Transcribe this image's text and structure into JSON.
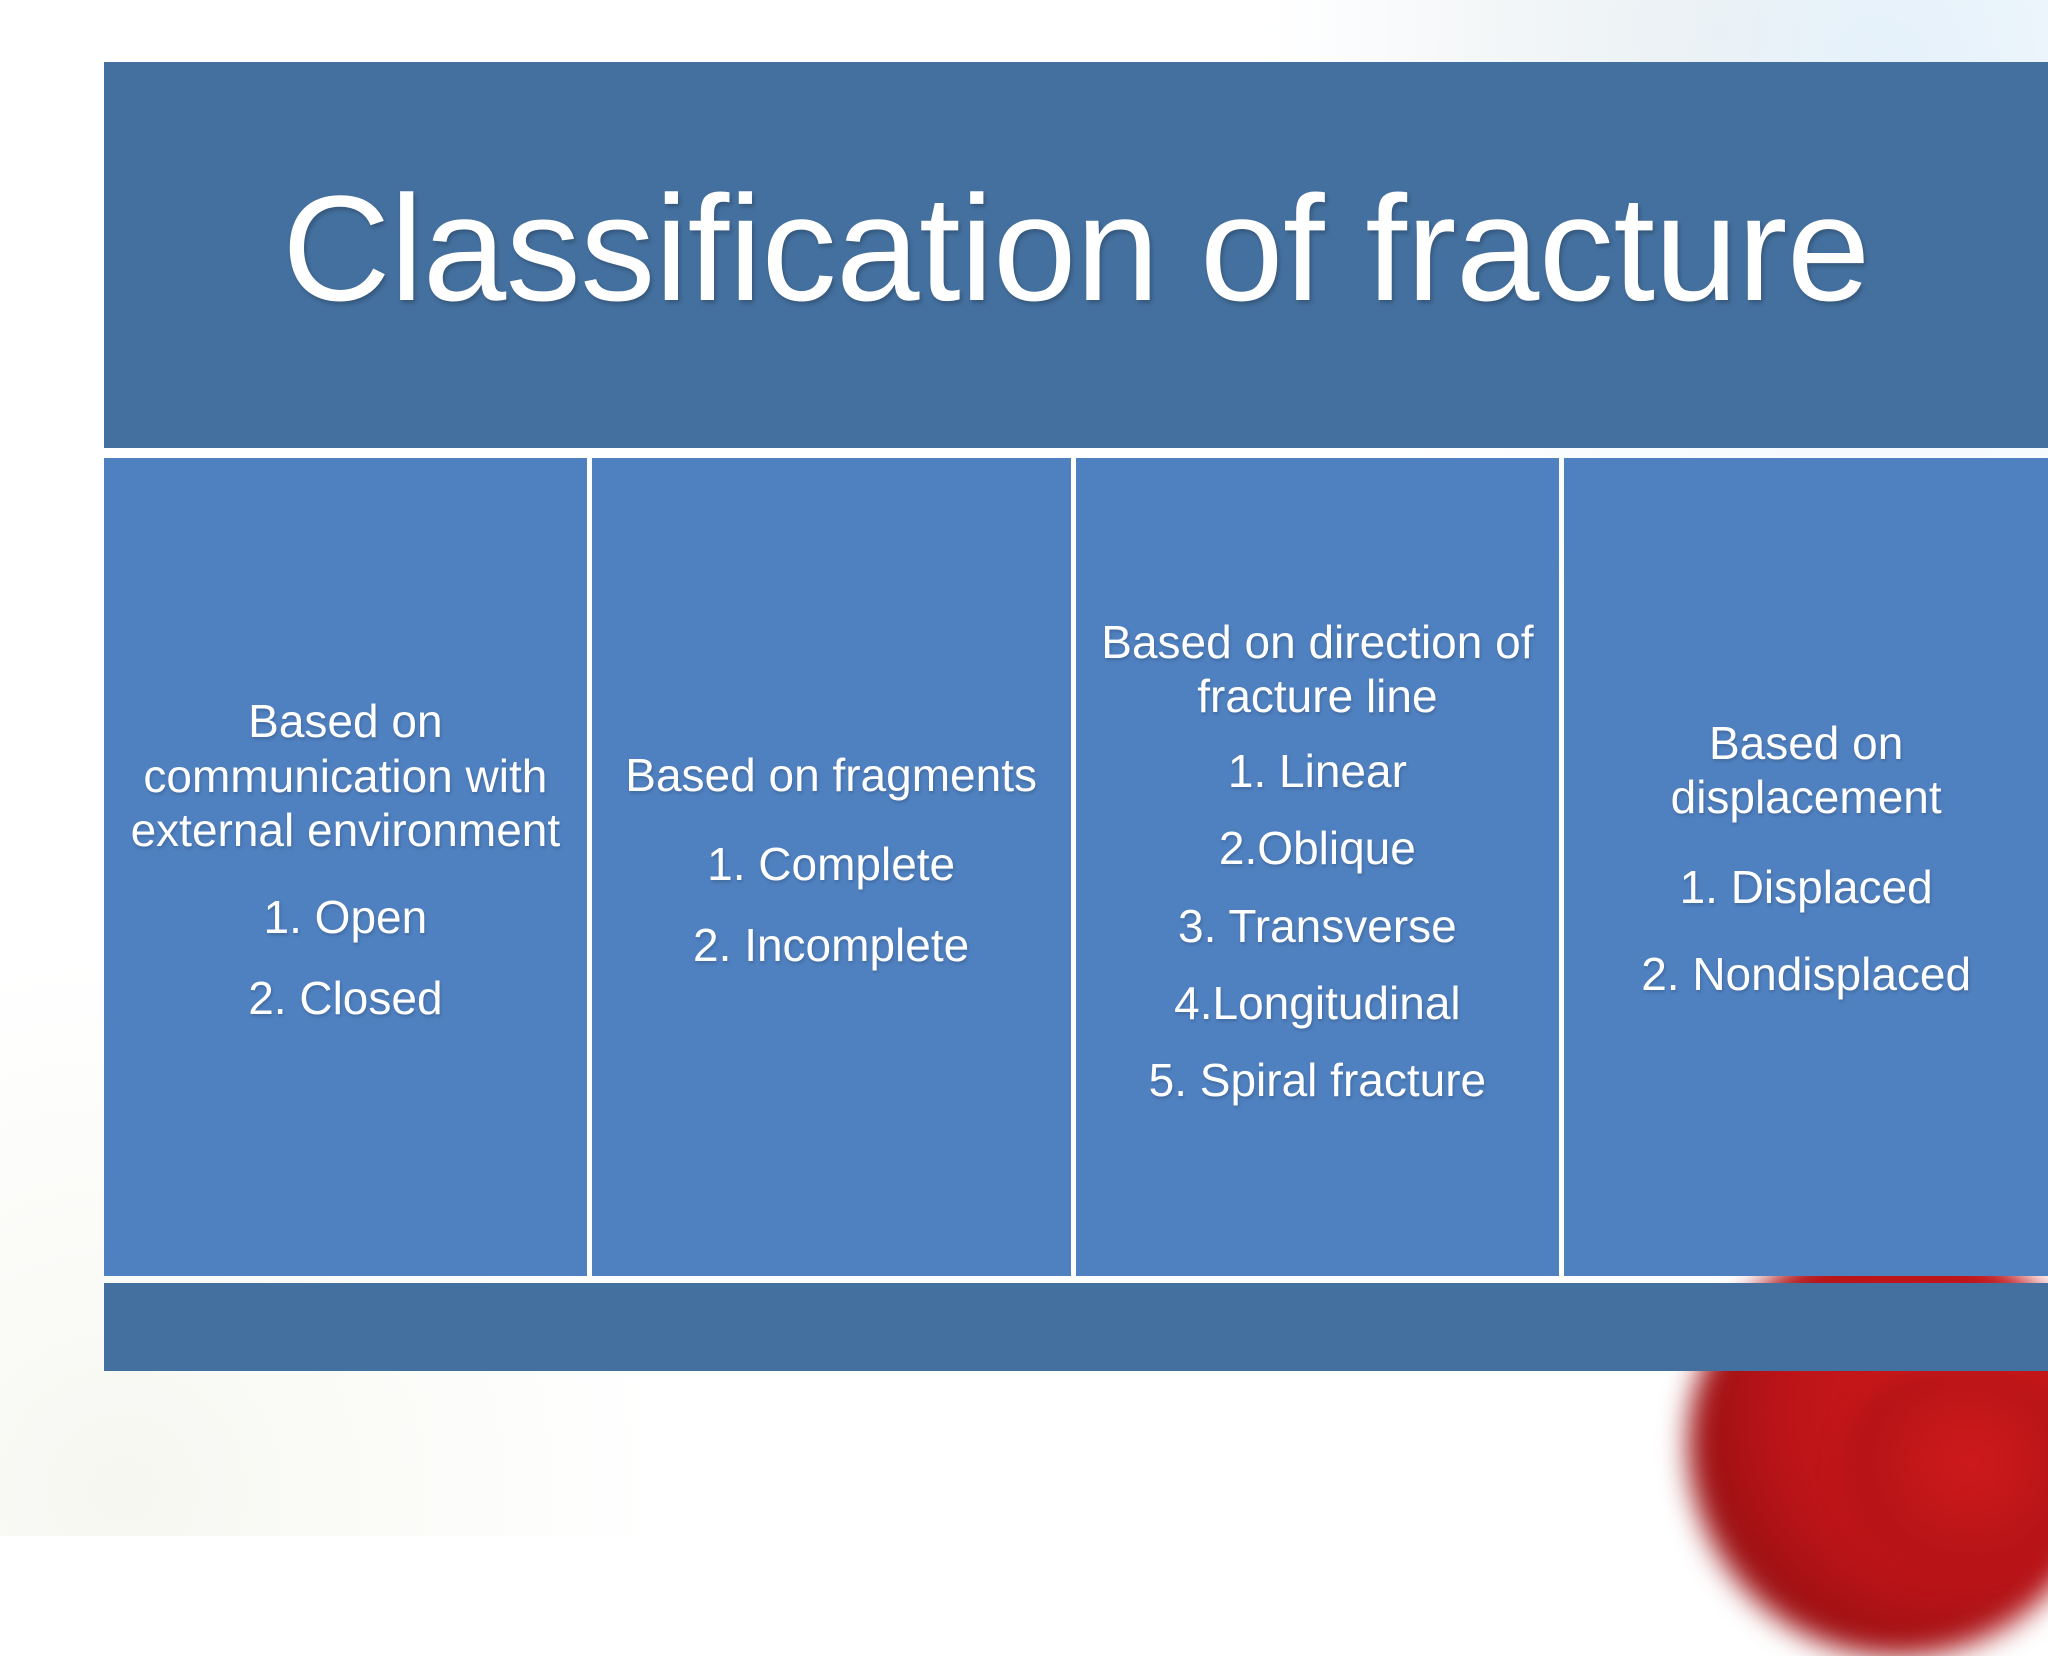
{
  "slide": {
    "title": "Classification of fracture",
    "colors": {
      "banner_blue": "#44709f",
      "cell_blue": "#4f80c0",
      "text_white": "#ffffff",
      "accent_red": "#c2161a"
    },
    "columns": [
      {
        "heading": "Based on communication with external environment",
        "items": [
          "1. Open",
          "2. Closed"
        ]
      },
      {
        "heading": "Based on fragments",
        "items": [
          "1. Complete",
          "2. Incomplete"
        ]
      },
      {
        "heading": "Based on direction of fracture line",
        "items": [
          "1. Linear",
          "2.Oblique",
          "3. Transverse",
          "4.Longitudinal",
          "5. Spiral fracture"
        ]
      },
      {
        "heading": "Based on displacement",
        "items": [
          "1. Displaced",
          "2. Nondisplaced"
        ]
      }
    ]
  }
}
